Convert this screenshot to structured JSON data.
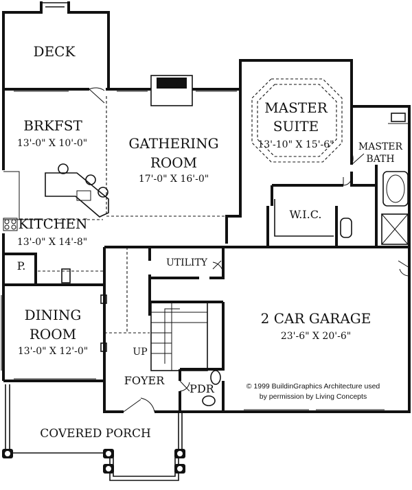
{
  "rooms": {
    "deck": {
      "name": "DECK"
    },
    "breakfast": {
      "name": "BRKFST",
      "size": "13'-0\" X 10'-0\""
    },
    "gathering": {
      "name_line1": "GATHERING",
      "name_line2": "ROOM",
      "size": "17'-0\" X 16'-0\""
    },
    "master_suite": {
      "name_line1": "MASTER",
      "name_line2": "SUITE",
      "size": "13'-10\" X 15'-6\""
    },
    "master_bath": {
      "name_line1": "MASTER",
      "name_line2": "BATH"
    },
    "wic": {
      "name": "W.I.C."
    },
    "kitchen": {
      "name": "KITCHEN",
      "size": "13'-0\" X 14'-8\""
    },
    "pantry": {
      "name": "P."
    },
    "utility": {
      "name": "UTILITY"
    },
    "dining": {
      "name_line1": "DINING",
      "name_line2": "ROOM",
      "size": "13'-0\" X 12'-0\""
    },
    "garage": {
      "name": "2 CAR GARAGE",
      "size": "23'-6\" X 20'-6\""
    },
    "stairs": {
      "label": "UP"
    },
    "foyer": {
      "name": "FOYER"
    },
    "powder": {
      "name": "PDR"
    },
    "porch": {
      "name": "COVERED PORCH"
    }
  },
  "credit": {
    "line1": "© 1999 BuildinGraphics Architecture used",
    "line2": "by permission by Living Concepts"
  }
}
